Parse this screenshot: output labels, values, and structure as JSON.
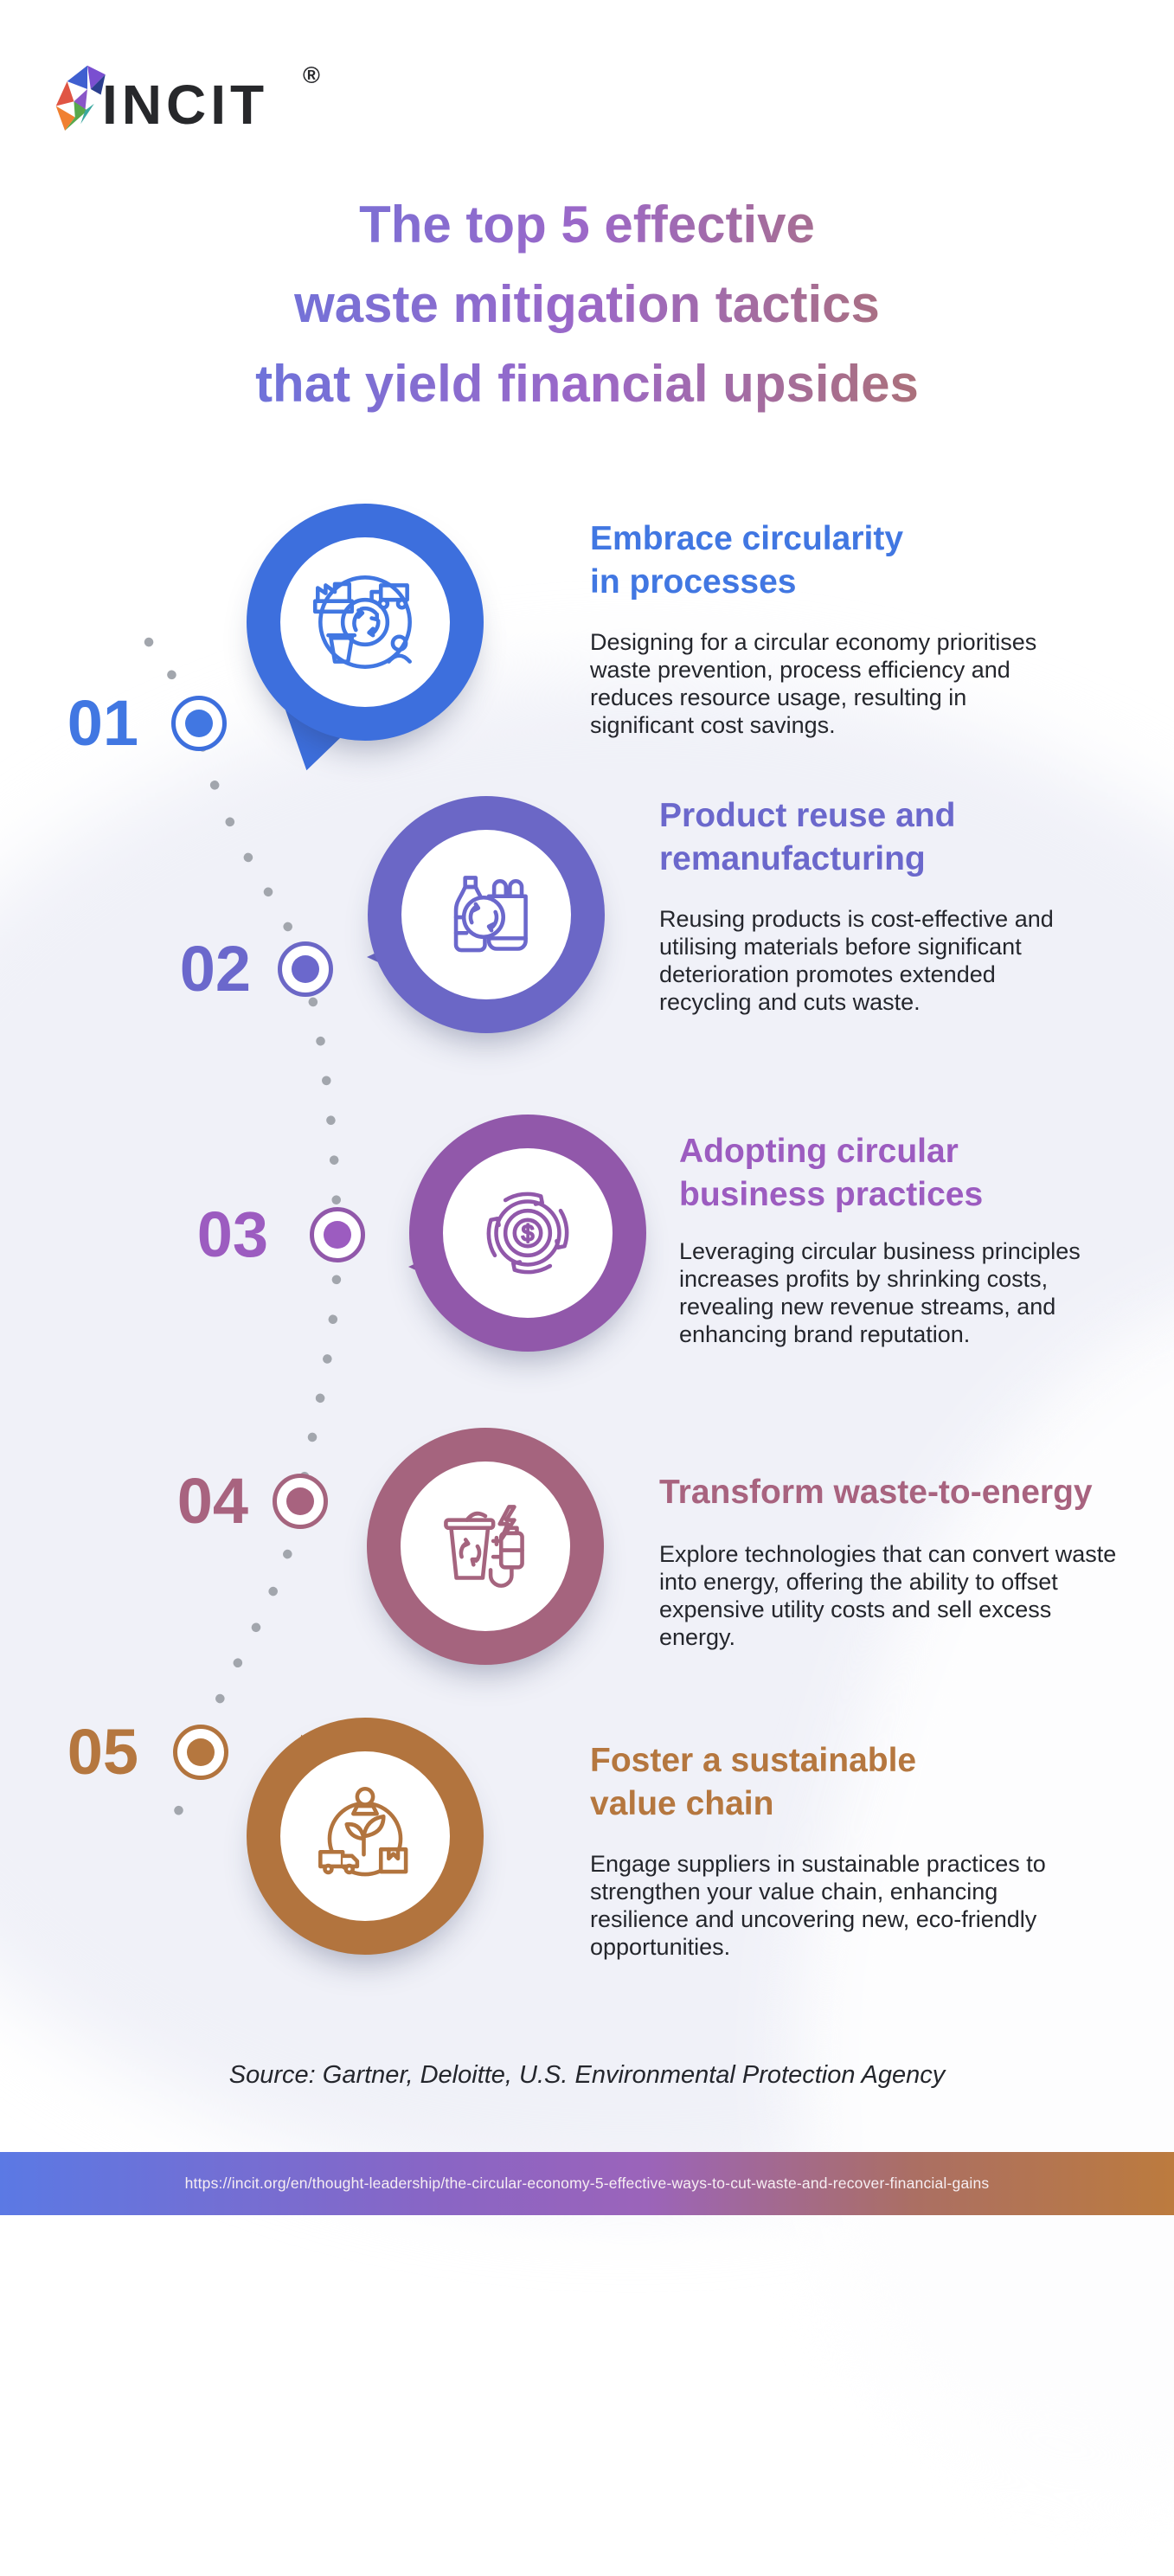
{
  "logo": {
    "brand": "INCIT",
    "registered": "®",
    "butterfly_icon": "butterfly-logo-icon"
  },
  "title": {
    "lines": [
      "The top 5 effective",
      "waste mitigation tactics",
      "that yield financial upsides"
    ],
    "gradient": [
      "#5578e3",
      "#9c68c8",
      "#b5764a"
    ]
  },
  "items": [
    {
      "number": "01",
      "accent": "#4177e2",
      "icon": "circular-economy-icon",
      "title_lines": [
        "Embrace circularity",
        "in processes"
      ],
      "body": "Designing for a circular economy prioritises waste prevention, process efficiency and reduces resource usage, resulting in significant cost savings."
    },
    {
      "number": "02",
      "accent": "#6b68cc",
      "icon": "product-reuse-icon",
      "title_lines": [
        "Product reuse and",
        "remanufacturing"
      ],
      "body": "Reusing products is cost-effective and utilising materials before significant deterioration promotes extended recycling and cuts waste."
    },
    {
      "number": "03",
      "accent": "#9c5cc0",
      "icon": "circular-business-icon",
      "title_lines": [
        "Adopting circular",
        "business practices"
      ],
      "body": "Leveraging circular business principles increases profits by shrinking costs, revealing new revenue streams, and enhancing brand reputation."
    },
    {
      "number": "04",
      "accent": "#a8637f",
      "icon": "waste-to-energy-icon",
      "title_lines": [
        "Transform waste-to-energy"
      ],
      "body": "Explore technologies that can convert waste into energy, offering the ability to offset expensive utility costs and sell excess energy."
    },
    {
      "number": "05",
      "accent": "#b5773f",
      "icon": "sustainable-value-chain-icon",
      "title_lines": [
        "Foster a sustainable",
        "value chain"
      ],
      "body": "Engage suppliers in sustainable practices to strengthen your value chain, enhancing resilience and uncovering new, eco-friendly opportunities."
    }
  ],
  "source_text": "Source: Gartner, Deloitte, U.S. Environmental Protection Agency",
  "footer": {
    "url": "https://incit.org/en/thought-leadership/the-circular-economy-5-effective-ways-to-cut-waste-and-recover-financial-gains",
    "gradient": [
      "#5b79e4",
      "#9b64ba",
      "#bc7b3e"
    ]
  },
  "connector_dots_color": "#a2a6ad"
}
